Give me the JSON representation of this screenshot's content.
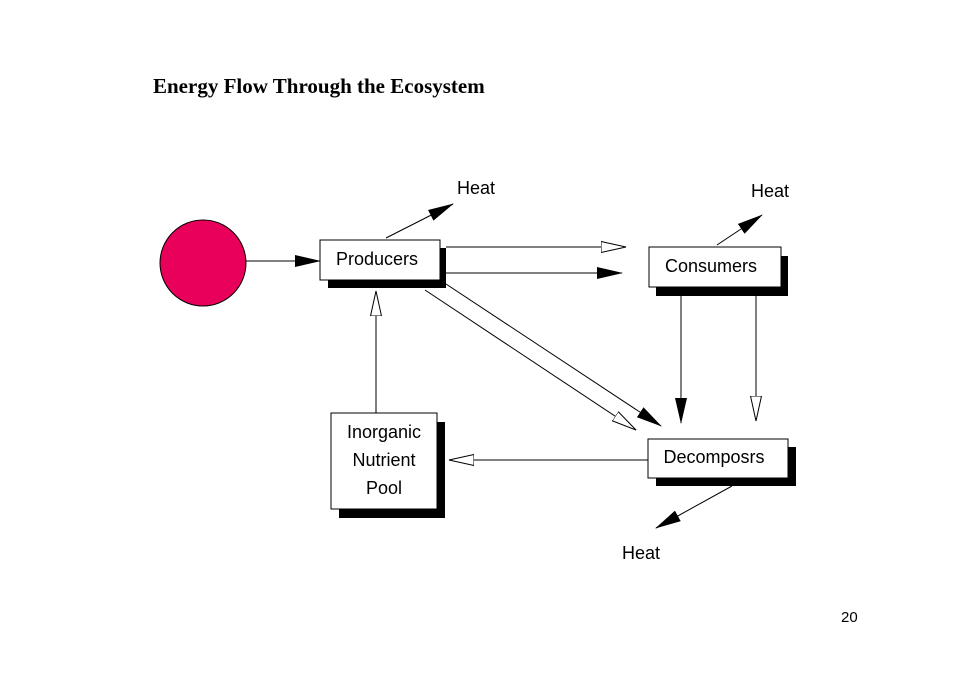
{
  "slide": {
    "title": "Energy Flow Through the Ecosystem",
    "page_number": "20"
  },
  "diagram": {
    "nodes": {
      "sun": {
        "color": "#e8005a"
      },
      "producers": {
        "label": "Producers"
      },
      "consumers": {
        "label": "Consumers"
      },
      "decomposers": {
        "label": "Decomposrs"
      },
      "nutrient_pool": {
        "lines": [
          "Inorganic",
          "Nutrient",
          "Pool"
        ]
      }
    },
    "heat_labels": {
      "producers": "Heat",
      "consumers": "Heat",
      "decomposers": "Heat"
    }
  }
}
